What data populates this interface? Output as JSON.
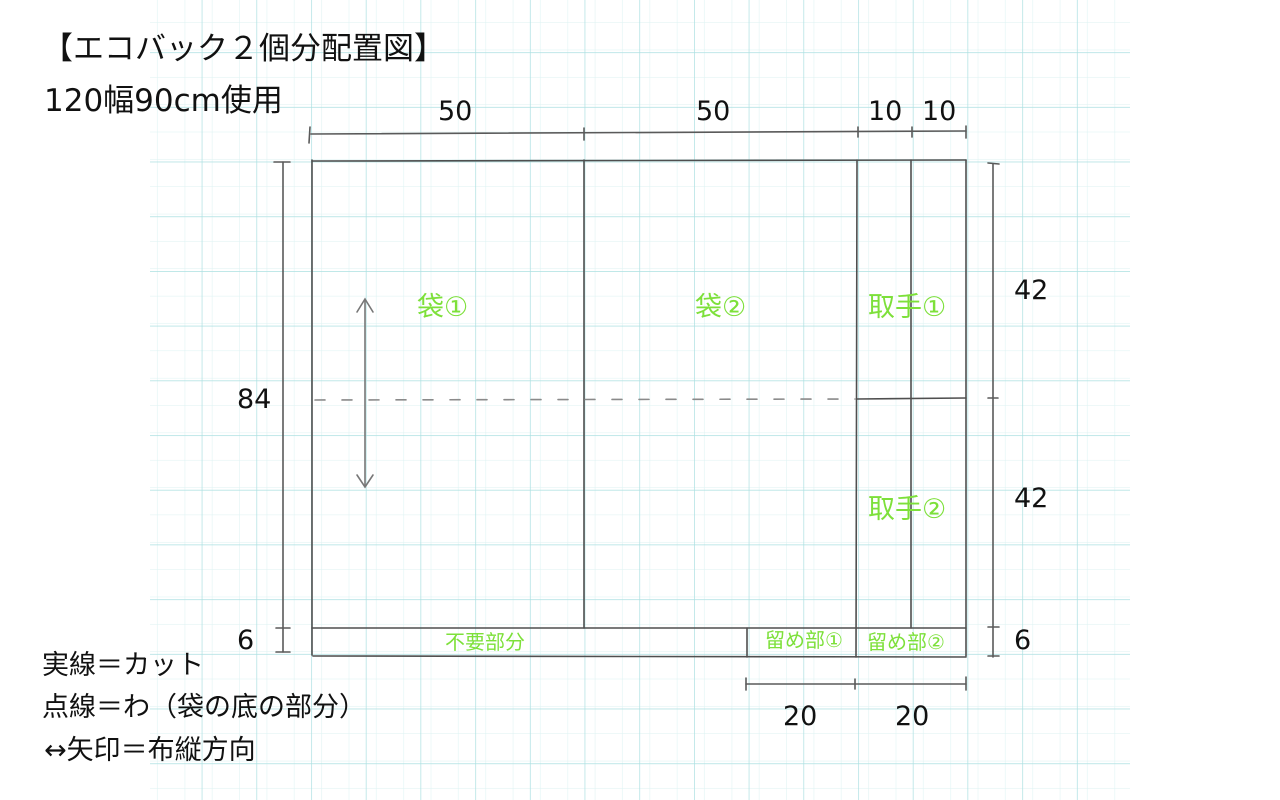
{
  "header": {
    "title": "【エコバック２個分配置図】",
    "subtitle": "120幅90cm使用"
  },
  "colors": {
    "grid_major": "#a9dfe0",
    "grid_minor": "#d8f0f0",
    "line": "#555555",
    "label_green": "#7de03a",
    "text": "#111111"
  },
  "dimensions": {
    "top": [
      "50",
      "50",
      "10",
      "10"
    ],
    "left_height": "84",
    "left_strip": "6",
    "right_upper": "42",
    "right_lower": "42",
    "right_strip": "6",
    "bottom": [
      "20",
      "20"
    ]
  },
  "pieces": {
    "bag1": "袋①",
    "bag2": "袋②",
    "handle1": "取手①",
    "handle2": "取手②",
    "waste": "不要部分",
    "fastener1": "留め部①",
    "fastener2": "留め部②"
  },
  "legend": {
    "solid": "実線＝カット",
    "dotted": "点線＝わ（袋の底の部分）",
    "arrow": "↔矢印＝布縦方向"
  }
}
